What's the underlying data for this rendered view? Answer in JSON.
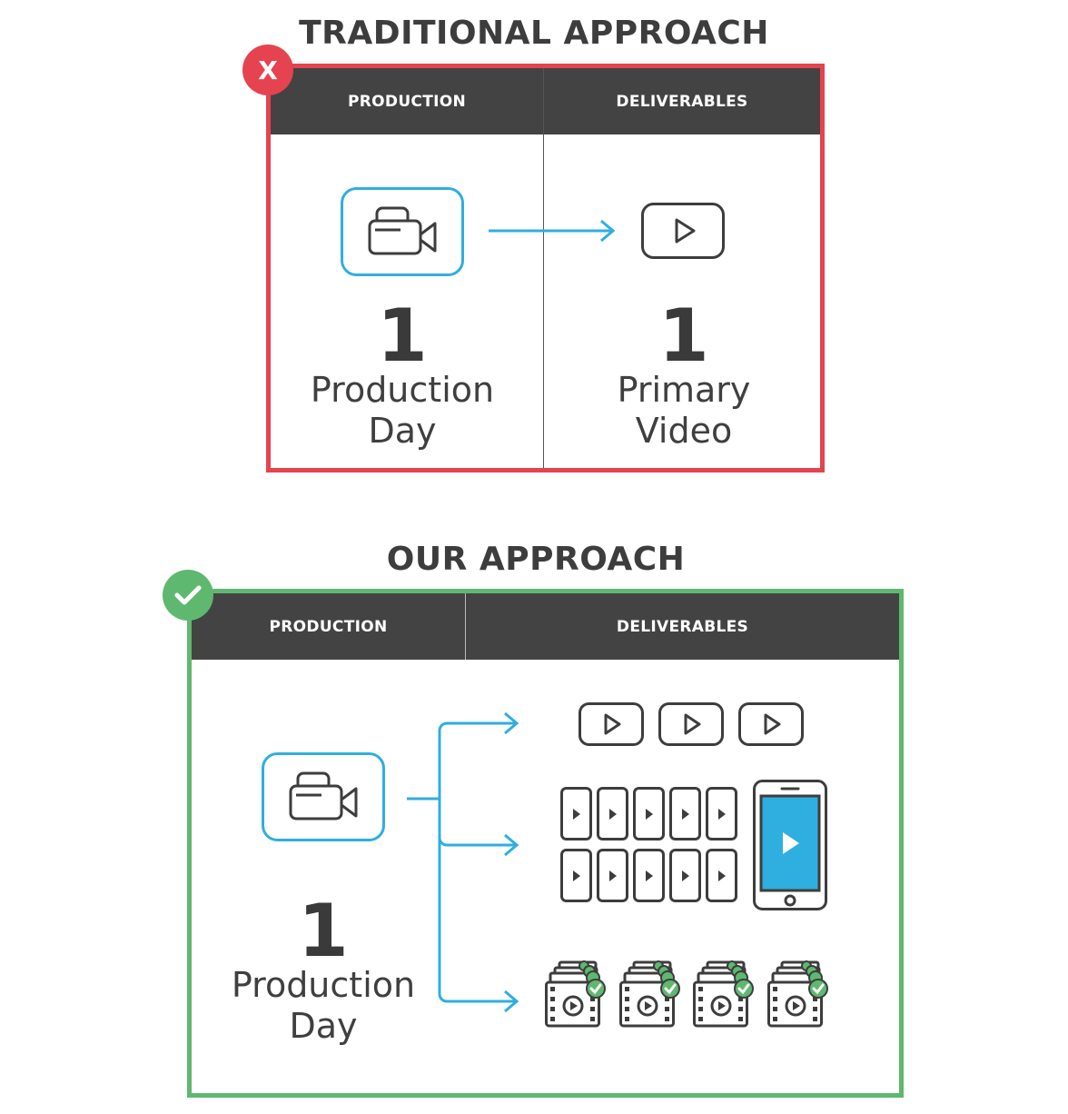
{
  "colors": {
    "traditional_border": "#e5434f",
    "our_border": "#5fb86f",
    "header_bg": "#434343",
    "accent_blue": "#2faee0",
    "icon_dark": "#3d3d3d",
    "check_green": "#5fb86f"
  },
  "traditional": {
    "title": "TRADITIONAL APPROACH",
    "badge": "X",
    "production_header": "PRODUCTION",
    "deliverables_header": "DELIVERABLES",
    "production_count": "1",
    "production_label_line1": "Production",
    "production_label_line2": "Day",
    "deliverable_count": "1",
    "deliverable_label_line1": "Primary",
    "deliverable_label_line2": "Video"
  },
  "ours": {
    "title": "OUR APPROACH",
    "production_header": "PRODUCTION",
    "deliverables_header": "DELIVERABLES",
    "production_count": "1",
    "production_label_line1": "Production",
    "production_label_line2": "Day"
  },
  "icons": {
    "camera": "video-camera-icon",
    "play": "play-button-icon",
    "phone": "smartphone-icon",
    "film_stack": "film-stack-check-icon"
  }
}
